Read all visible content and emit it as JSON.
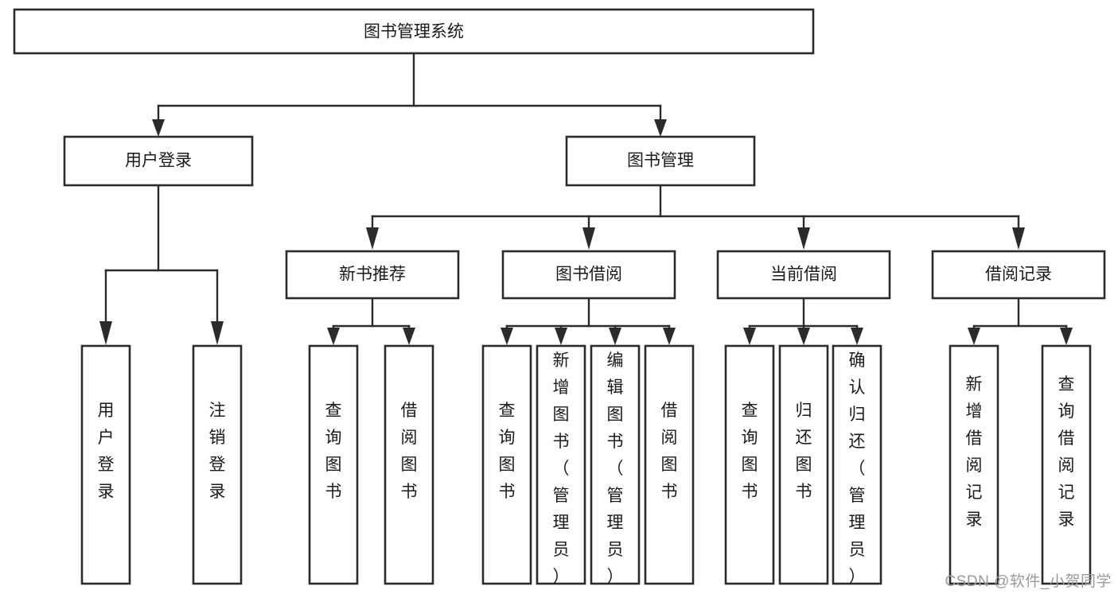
{
  "diagram": {
    "type": "hierarchy-tree",
    "title": "图书管理系统",
    "watermark": "CSDN @软件_小贺同学",
    "colors": {
      "box_fill": "#ffffff",
      "box_stroke": "#2b2b2b",
      "text": "#1a1a1a",
      "background": "#ffffff",
      "watermark": "#9a9a9a"
    },
    "nodes": {
      "root": {
        "label": "图书管理系统",
        "level": 0,
        "orientation": "horizontal"
      },
      "level1": [
        {
          "id": "user-login",
          "label": "用户登录",
          "orientation": "horizontal"
        },
        {
          "id": "book-manage",
          "label": "图书管理",
          "orientation": "horizontal"
        }
      ],
      "level2": [
        {
          "id": "new-book-recommend",
          "label": "新书推荐",
          "orientation": "horizontal",
          "parent": "book-manage"
        },
        {
          "id": "book-borrow",
          "label": "图书借阅",
          "orientation": "horizontal",
          "parent": "book-manage"
        },
        {
          "id": "current-borrow",
          "label": "当前借阅",
          "orientation": "horizontal",
          "parent": "book-manage"
        },
        {
          "id": "borrow-record",
          "label": "借阅记录",
          "orientation": "horizontal",
          "parent": "book-manage"
        }
      ],
      "level3": [
        {
          "id": "leaf-user-login",
          "label": "用户登录",
          "orientation": "vertical",
          "parent": "user-login"
        },
        {
          "id": "leaf-user-logout",
          "label": "注销登录",
          "orientation": "vertical",
          "parent": "user-login"
        },
        {
          "id": "leaf-query-book-1",
          "label": "查询图书",
          "orientation": "vertical",
          "parent": "new-book-recommend"
        },
        {
          "id": "leaf-borrow-book-1",
          "label": "借阅图书",
          "orientation": "vertical",
          "parent": "new-book-recommend"
        },
        {
          "id": "leaf-query-book-2",
          "label": "查询图书",
          "orientation": "vertical",
          "parent": "book-borrow"
        },
        {
          "id": "leaf-add-book",
          "label": "新增图书（管理员）",
          "orientation": "vertical",
          "parent": "book-borrow"
        },
        {
          "id": "leaf-edit-book",
          "label": "编辑图书（管理员）",
          "orientation": "vertical",
          "parent": "book-borrow"
        },
        {
          "id": "leaf-borrow-book-2",
          "label": "借阅图书",
          "orientation": "vertical",
          "parent": "book-borrow"
        },
        {
          "id": "leaf-query-book-3",
          "label": "查询图书",
          "orientation": "vertical",
          "parent": "current-borrow"
        },
        {
          "id": "leaf-return-book",
          "label": "归还图书",
          "orientation": "vertical",
          "parent": "current-borrow"
        },
        {
          "id": "leaf-confirm-return",
          "label": "确认归还（管理员）",
          "orientation": "vertical",
          "parent": "current-borrow"
        },
        {
          "id": "leaf-add-record",
          "label": "新增借阅记录",
          "orientation": "vertical",
          "parent": "borrow-record"
        },
        {
          "id": "leaf-query-record",
          "label": "查询借阅记录",
          "orientation": "vertical",
          "parent": "borrow-record"
        }
      ]
    }
  }
}
